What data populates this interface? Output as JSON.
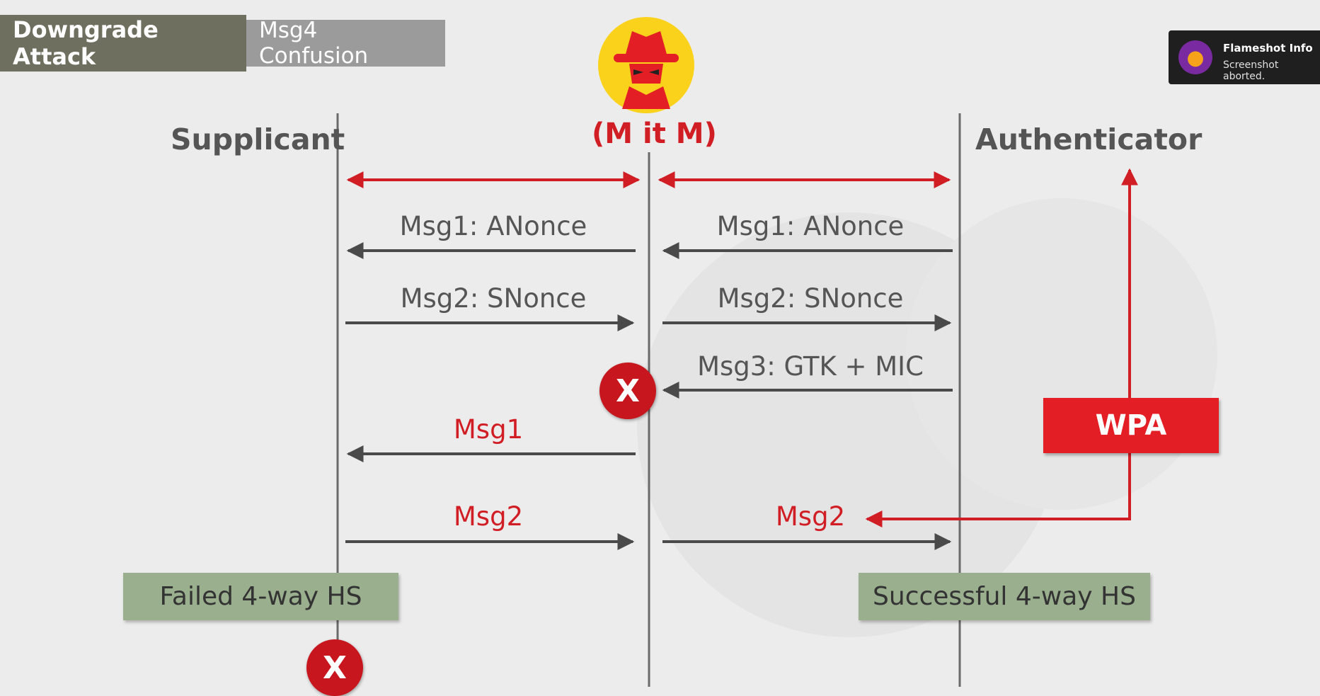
{
  "tabs": {
    "active": "Downgrade Attack",
    "inactive": "Msg4 Confusion"
  },
  "actors": {
    "left": "Supplicant",
    "middle": "(M it M)",
    "right": "Authenticator"
  },
  "messages": {
    "left_msg1": "Msg1: ANonce",
    "right_msg1": "Msg1: ANonce",
    "left_msg2": "Msg2: SNonce",
    "right_msg2": "Msg2: SNonce",
    "right_msg3": "Msg3: GTK + MIC",
    "left_red_msg1": "Msg1",
    "left_red_msg2": "Msg2",
    "right_red_msg2": "Msg2"
  },
  "badges": {
    "wpa": "WPA"
  },
  "status": {
    "failed": "Failed 4-way HS",
    "success": "Successful 4-way HS"
  },
  "marks": {
    "x": "X"
  },
  "toast": {
    "title": "Flameshot Info",
    "body": "Screenshot aborted."
  },
  "colors": {
    "red": "#d11e25",
    "line": "#555555",
    "box": "#9aaf8d"
  }
}
